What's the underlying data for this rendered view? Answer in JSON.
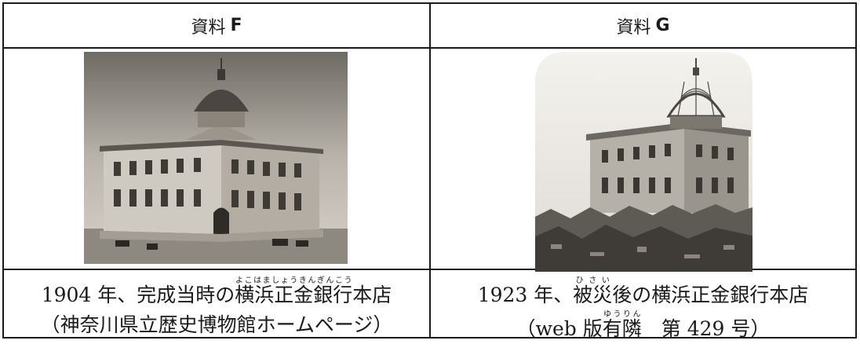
{
  "columns": [
    {
      "header_text": "資料",
      "header_letter": "F",
      "caption_line1_pre": "1904 年、完成当時の",
      "ruby_base": "横浜正金銀行",
      "ruby_reading": "よこはましょうきんぎんこう",
      "caption_line1_post": "本店",
      "caption_line2": "（神奈川県立歴史博物館ホームページ）"
    },
    {
      "header_text": "資料",
      "header_letter": "G",
      "caption_line1_pre": "1923 年、",
      "ruby_base": "被災",
      "ruby_reading": "ひさい",
      "caption_line1_post": "後の横浜正金銀行本店",
      "caption_line2_pre": "（web 版",
      "ruby2_base": "有隣",
      "ruby2_reading": "ゆうりん",
      "caption_line2_post": "　第 429 号）"
    }
  ]
}
